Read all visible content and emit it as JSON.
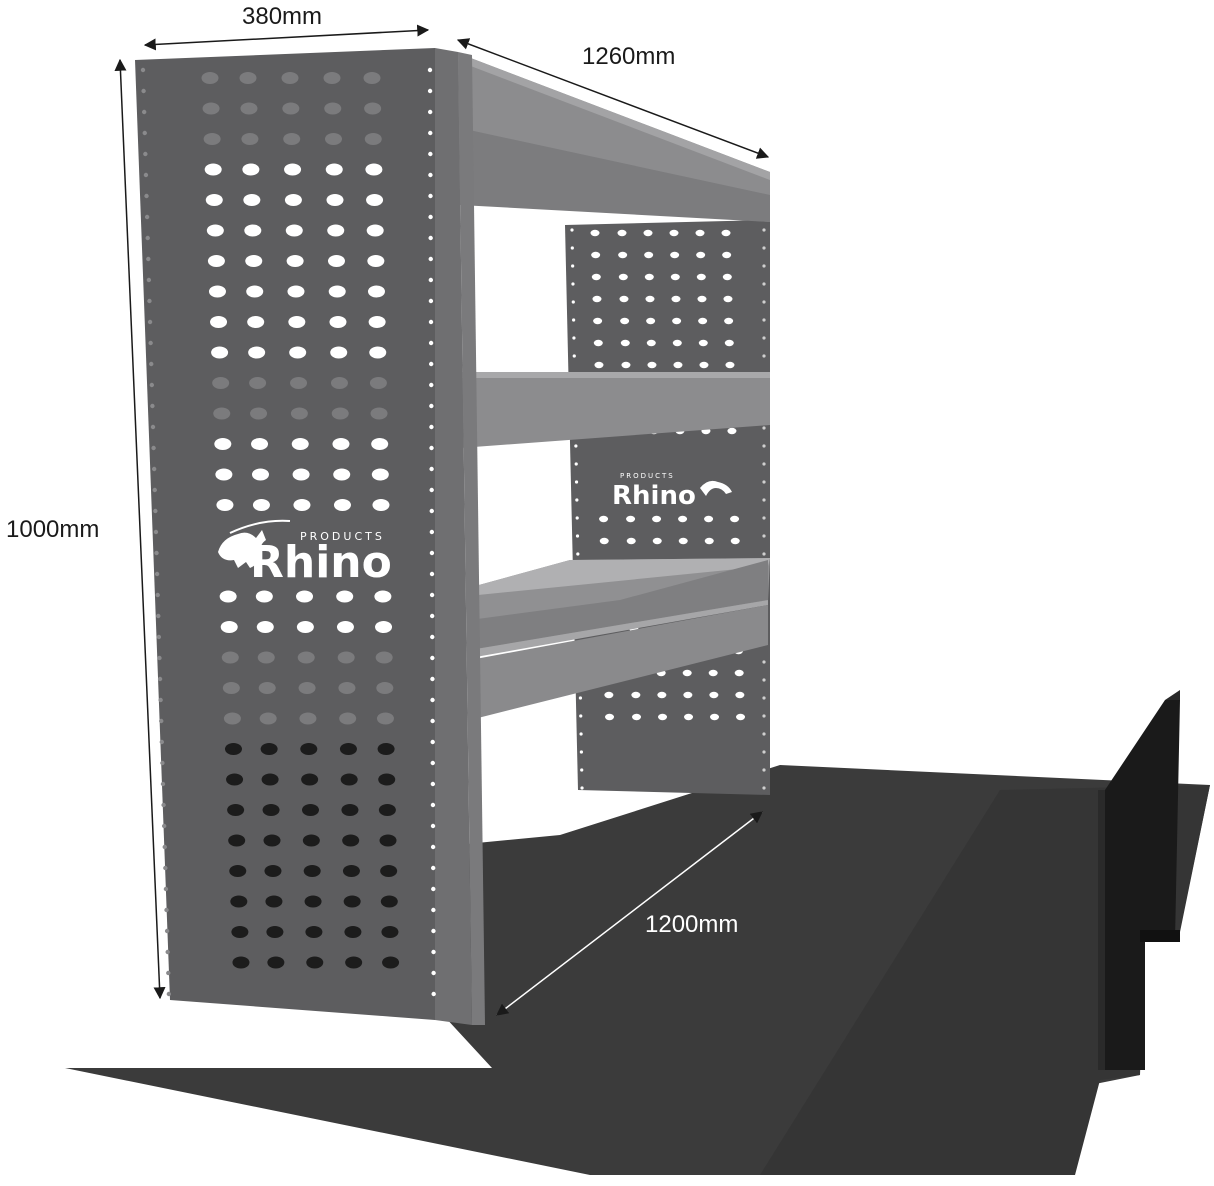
{
  "dimensions": {
    "depth": "380mm",
    "length_top": "1260mm",
    "height": "1000mm",
    "length_floor": "1200mm"
  },
  "brand": {
    "name": "Rhino",
    "tagline": "PRODUCTS"
  },
  "colors": {
    "panel": "#5d5d5f",
    "panel_edge": "#6e6e70",
    "shelf": "#8c8c8e",
    "shelf_light": "#a8a8aa",
    "floor": "#3a3a3a",
    "bulkhead": "#1c1c1c"
  },
  "icons": [
    "rhino-logo-icon",
    "dimension-arrow-icon"
  ]
}
